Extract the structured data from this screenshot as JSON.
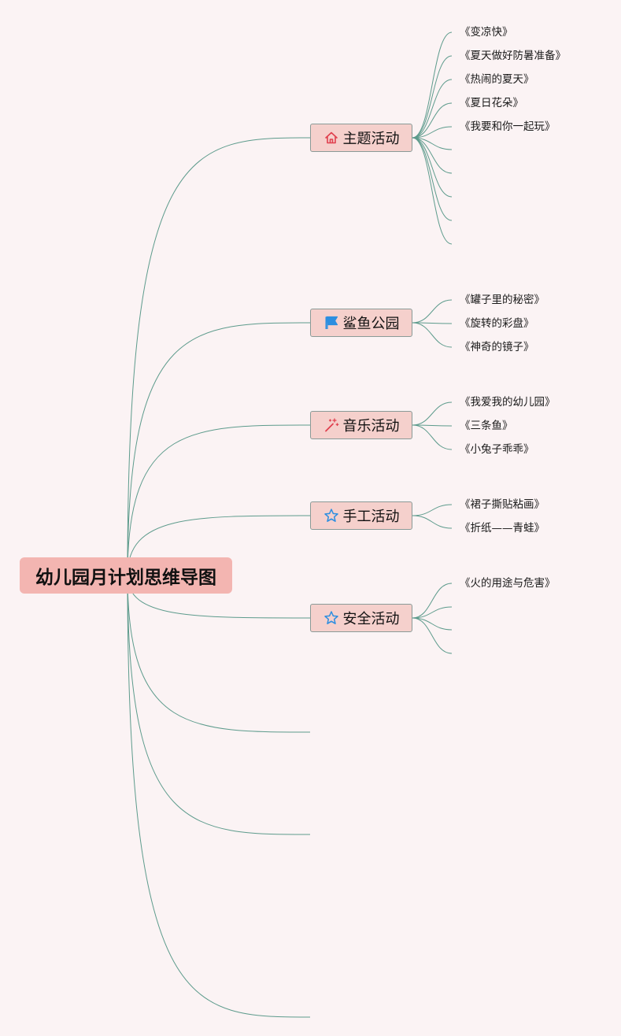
{
  "root": {
    "label": "幼儿园月计划思维导图"
  },
  "branches": [
    {
      "label": "主题活动",
      "icon": "home-icon",
      "icon_color": "#e0404e",
      "leaves": [
        "《变凉快》",
        "《夏天做好防暑准备》",
        "《热闹的夏天》",
        "《夏日花朵》",
        "《我要和你一起玩》"
      ],
      "empty_leaves": 5
    },
    {
      "label": "鲨鱼公园",
      "icon": "flag-icon",
      "icon_color": "#2d8ee0",
      "leaves": [
        "《罐子里的秘密》",
        "《旋转的彩盘》",
        "《神奇的镜子》"
      ],
      "empty_leaves": 0
    },
    {
      "label": "音乐活动",
      "icon": "magic-wand-icon",
      "icon_color": "#e0404e",
      "leaves": [
        "《我爱我的幼儿园》",
        "《三条鱼》",
        "《小兔子乖乖》"
      ],
      "empty_leaves": 0
    },
    {
      "label": "手工活动",
      "icon": "star-outline-icon",
      "icon_color": "#2d8ee0",
      "leaves": [
        "《裙子撕贴粘画》",
        "《折纸——青蛙》"
      ],
      "empty_leaves": 0
    },
    {
      "label": "安全活动",
      "icon": "star-outline-icon",
      "icon_color": "#2d8ee0",
      "leaves": [
        "《火的用途与危害》"
      ],
      "empty_leaves": 3
    }
  ],
  "empty_branches": 3,
  "colors": {
    "background": "#fbf3f4",
    "root_fill": "#f3b5b1",
    "branch_fill": "#f5d0cc",
    "branch_border": "#8a9a97",
    "connector": "#5d9b8c"
  }
}
